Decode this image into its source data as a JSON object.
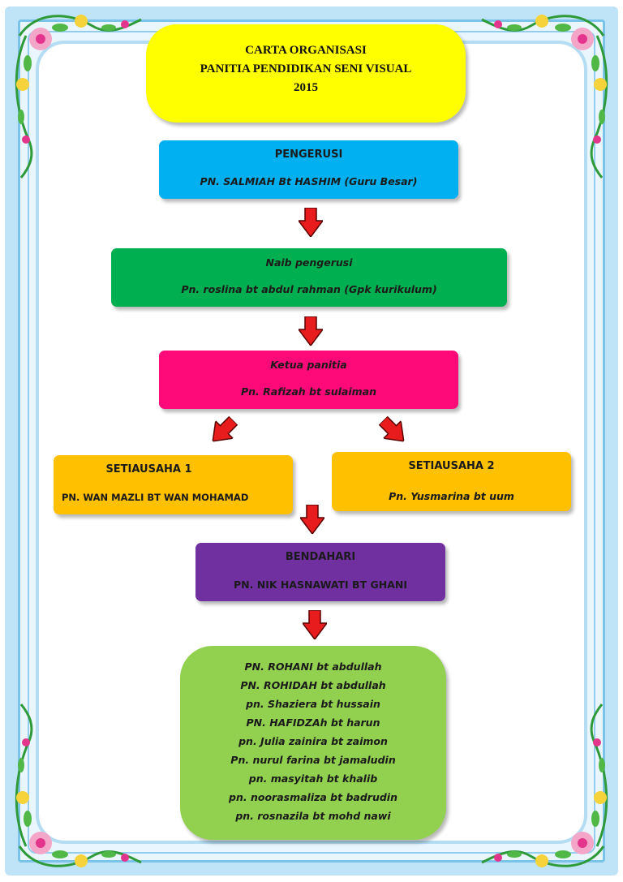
{
  "title": {
    "line1": "CARTA ORGANISASI",
    "line2": "PANITIA PENDIDIKAN SENI VISUAL",
    "line3": "2015"
  },
  "pengerusi": {
    "role": "PENGERUSI",
    "name": "PN. SALMIAH Bt HASHIM (Guru Besar)"
  },
  "naib_pengerusi": {
    "role": "Naib pengerusi",
    "name": "Pn. roslina bt abdul rahman (Gpk kurikulum)"
  },
  "ketua_panitia": {
    "role": "Ketua panitia",
    "name": "Pn. Rafizah bt sulaiman"
  },
  "setiausaha_1": {
    "role": "SETIAUSAHA 1",
    "name": "PN. WAN MAZLI BT WAN MOHAMAD"
  },
  "setiausaha_2": {
    "role": "SETIAUSAHA 2",
    "name": "Pn. Yusmarina bt uum"
  },
  "bendahari": {
    "role": "BENDAHARI",
    "name": "PN. NIK HASNAWATI BT GHANI"
  },
  "ahli": [
    "PN. ROHANI bt abdullah",
    "PN. ROHIDAH bt abdullah",
    "pn. Shaziera bt hussain",
    "PN. HAFIDZAh bt harun",
    "pn. Julia zainira bt zaimon",
    "Pn. nurul farina bt jamaludin",
    "pn. masyitah bt khalib",
    "pn. noorasmaliza bt badrudin",
    "pn. rosnazila bt mohd nawi"
  ],
  "colors": {
    "title": "#ffff00",
    "pengerusi": "#00b0f0",
    "naib_pengerusi": "#00b050",
    "ketua_panitia": "#ff0a78",
    "setiausaha": "#ffc000",
    "bendahari": "#7030a0",
    "ahli": "#92d050",
    "arrow": "#e81c1c",
    "frame": "#7cc3ea"
  },
  "icons": {
    "arrow": "red-down-arrow-icon",
    "corner": "floral-corner-ornament-icon"
  }
}
